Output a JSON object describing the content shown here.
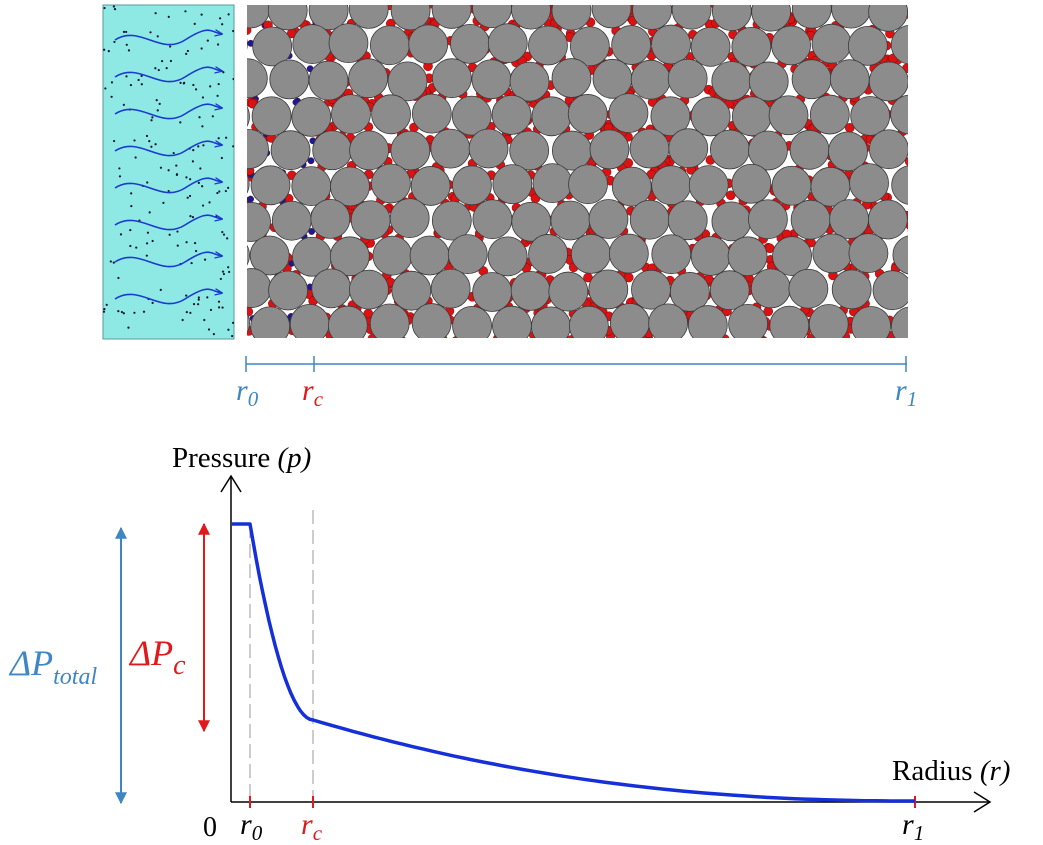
{
  "colors": {
    "fluid": "#8ee8e4",
    "grain": "#8c8c8c",
    "red_particle": "#dd1111",
    "blue_particle": "#1a1a99",
    "scale_blue": "#3f86c4",
    "label_red": "#e01a1a",
    "curve": "#1530d8",
    "axis": "#000000"
  },
  "scale_bar": {
    "r0": "r",
    "r0_sub": "0",
    "rc": "r",
    "rc_sub": "c",
    "r1": "r",
    "r1_sub": "1"
  },
  "plot": {
    "y_axis_label": "Pressure ",
    "y_axis_symbol": "(p)",
    "x_axis_label": "Radius ",
    "x_axis_symbol": "(r)",
    "origin": "0",
    "tick_r0": "r",
    "tick_r0_sub": "0",
    "tick_rc": "r",
    "tick_rc_sub": "c",
    "tick_r1": "r",
    "tick_r1_sub": "1",
    "delta_total": "ΔP",
    "delta_total_sub": "total",
    "delta_c": "ΔP",
    "delta_c_sub": "c"
  },
  "chart_data": {
    "type": "line",
    "x_ticks": [
      "r0",
      "rc",
      "r1"
    ],
    "segments": [
      {
        "from": "origin",
        "to": "r0",
        "shape": "constant at maximum pressure"
      },
      {
        "from": "r0",
        "to": "rc",
        "shape": "steep concave decay (pressure drop ΔPc)"
      },
      {
        "from": "rc",
        "to": "r1",
        "shape": "gradual decay to zero"
      }
    ],
    "annotations": [
      "ΔPtotal",
      "ΔPc"
    ],
    "grid": false
  }
}
